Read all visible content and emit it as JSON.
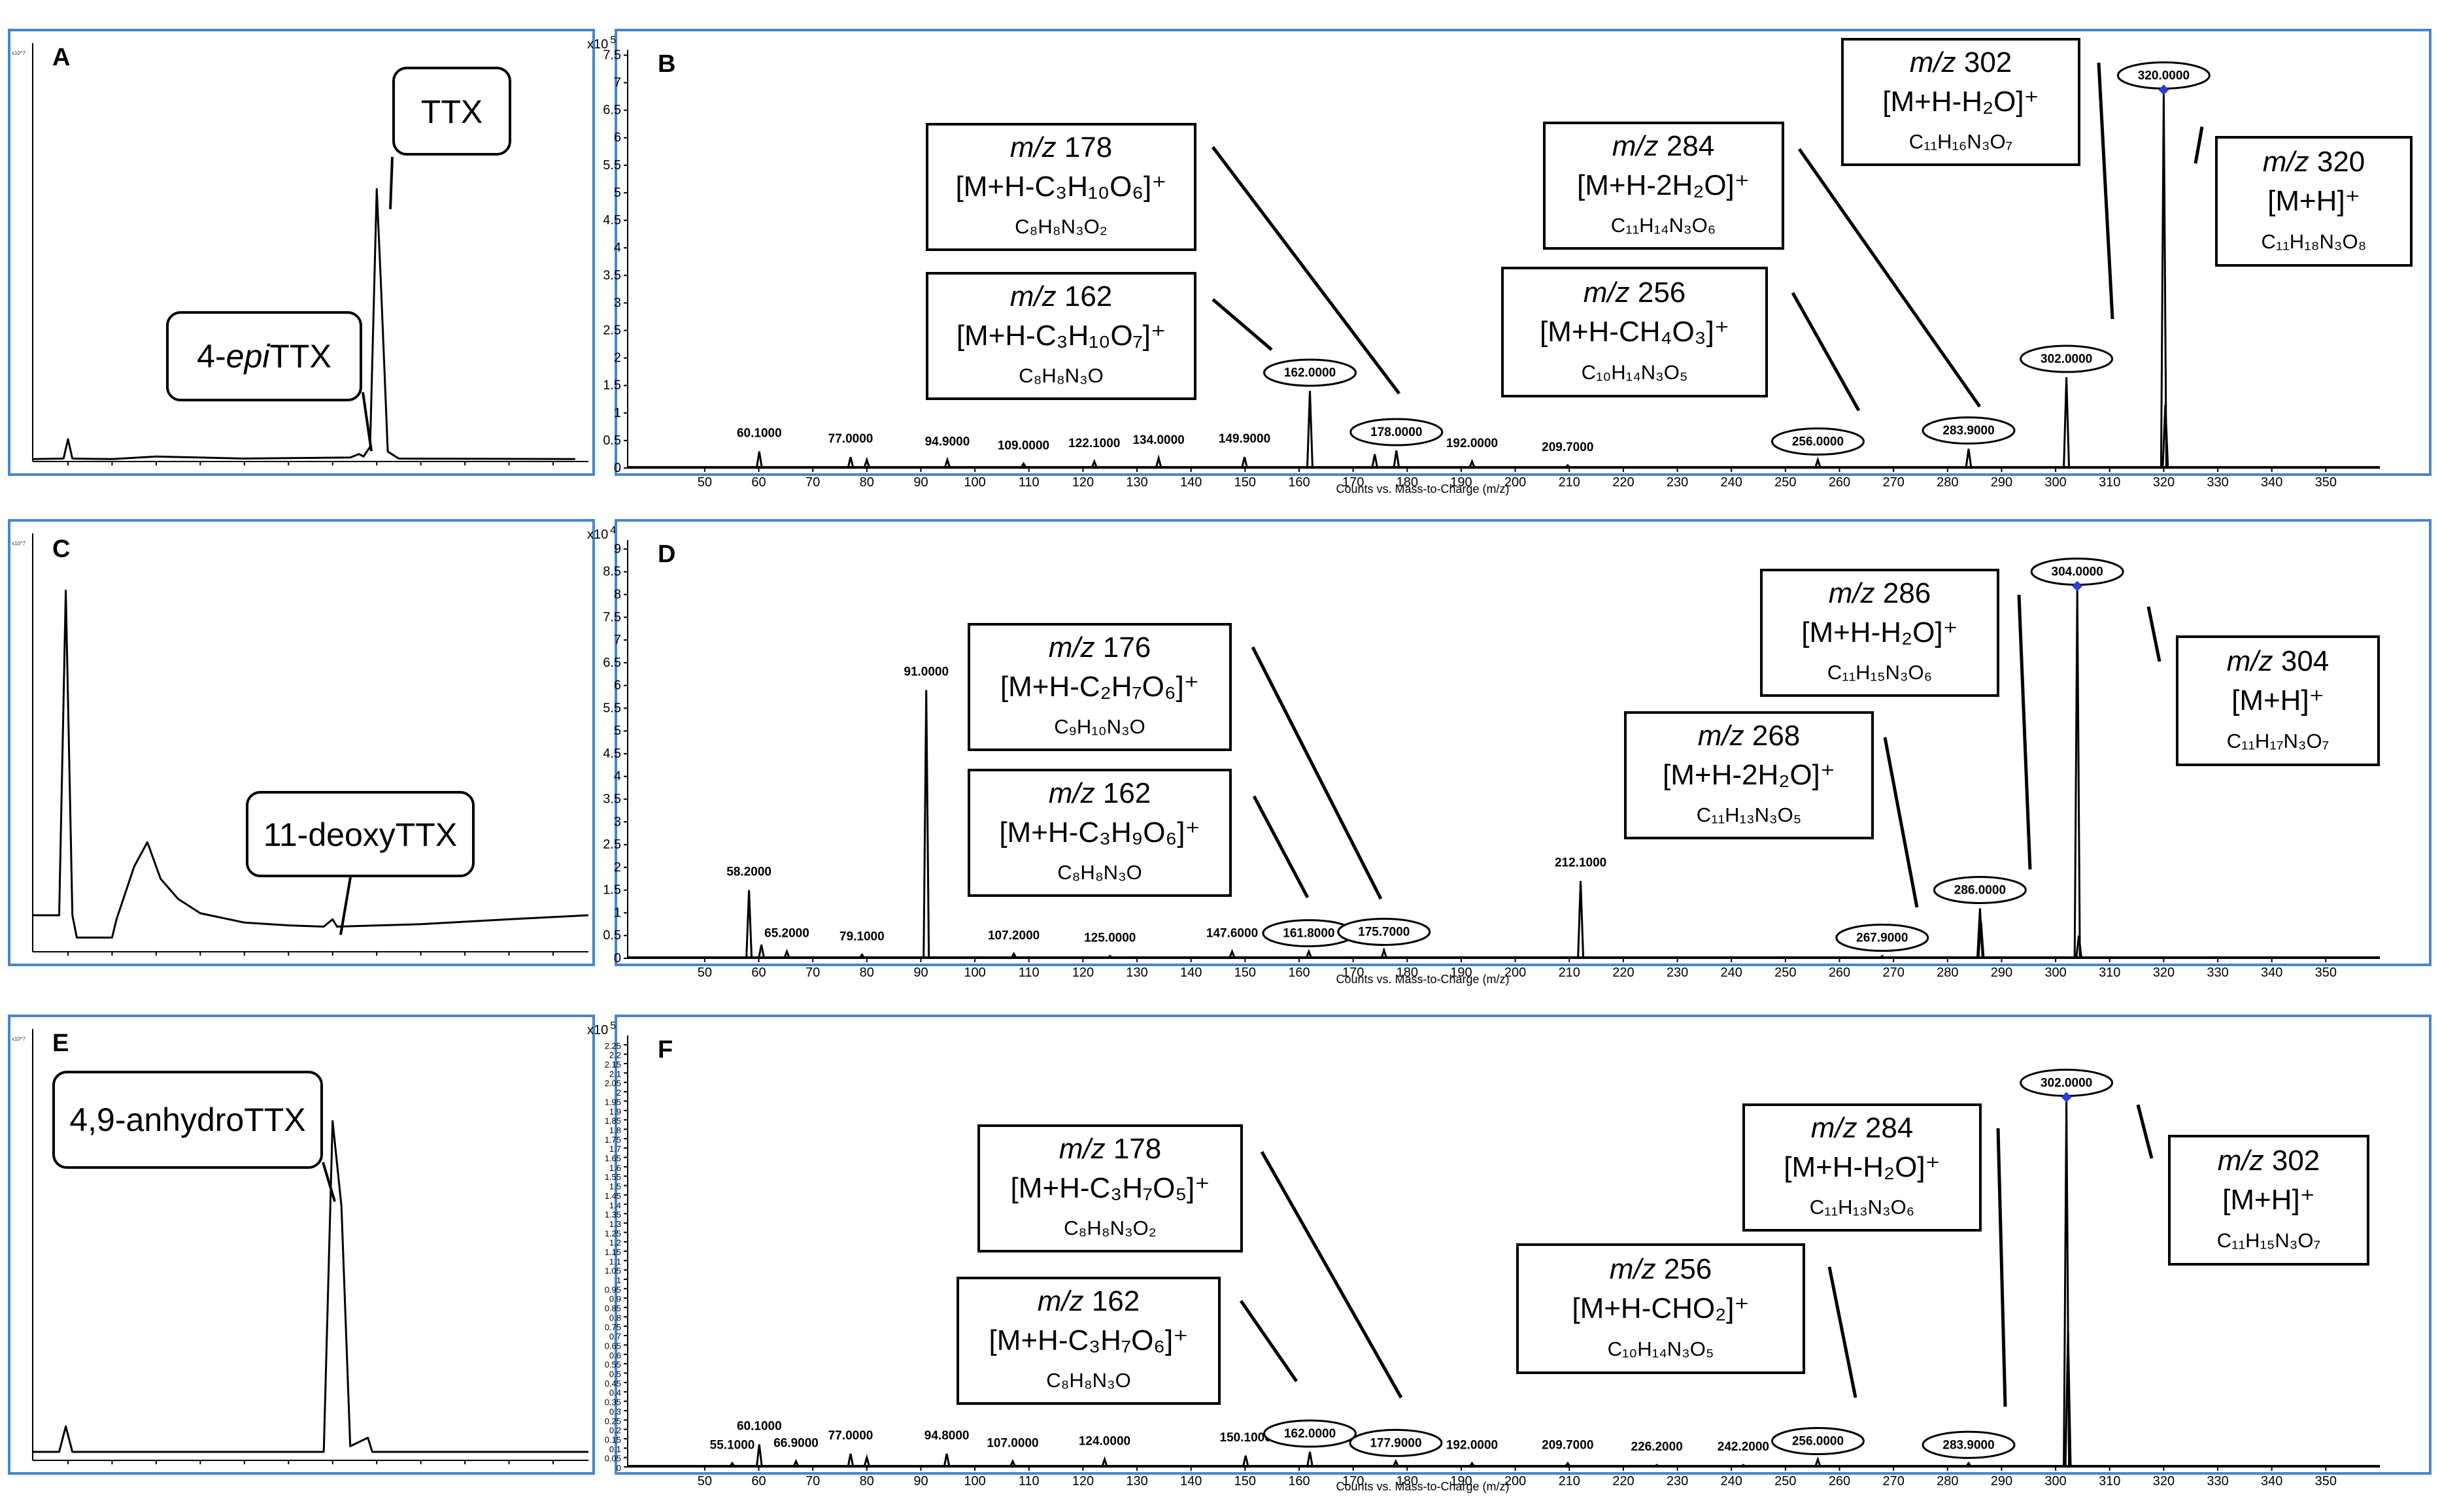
{
  "chart_data": [
    {
      "panel": "A",
      "type": "line",
      "compound_label": "TTX",
      "minor_label_parts": [
        "4-",
        "epi",
        "TTX"
      ],
      "multiplier": "x10^7",
      "chromatogram": [
        [
          0.2,
          0.05
        ],
        [
          0.9,
          0.06
        ],
        [
          1.0,
          0.45
        ],
        [
          1.1,
          0.06
        ],
        [
          2.0,
          0.05
        ],
        [
          3.0,
          0.1
        ],
        [
          4.0,
          0.08
        ],
        [
          5.0,
          0.06
        ],
        [
          7.4,
          0.08
        ],
        [
          7.6,
          0.15
        ],
        [
          7.7,
          0.1
        ],
        [
          7.85,
          0.3
        ],
        [
          8.0,
          5.5
        ],
        [
          8.1,
          3.5
        ],
        [
          8.25,
          0.2
        ],
        [
          8.5,
          0.06
        ],
        [
          12.5,
          0.05
        ]
      ],
      "x_range": [
        0.2,
        12.8
      ],
      "y_range": [
        0,
        7.6
      ]
    },
    {
      "panel": "B",
      "type": "bar",
      "multiplier_base": "x10",
      "multiplier_exp": "5",
      "x_title": "Counts vs. Mass-to-Charge (m/z)",
      "xlim": [
        43,
        360
      ],
      "xticks": [
        50,
        60,
        70,
        80,
        90,
        100,
        110,
        120,
        130,
        140,
        150,
        160,
        170,
        180,
        190,
        200,
        210,
        220,
        230,
        240,
        250,
        260,
        270,
        280,
        290,
        300,
        310,
        320,
        330,
        340,
        350
      ],
      "ylim": [
        0,
        7.6
      ],
      "yticks": [
        "0",
        "0.5",
        "1",
        "1.5",
        "2",
        "2.5",
        "3",
        "3.5",
        "4",
        "4.5",
        "5",
        "5.5",
        "6",
        "6.5",
        "7",
        "7.5"
      ],
      "peaks": [
        [
          60.1,
          0.3
        ],
        [
          77.0,
          0.2
        ],
        [
          80,
          0.15
        ],
        [
          94.9,
          0.15
        ],
        [
          109.0,
          0.08
        ],
        [
          122.1,
          0.12
        ],
        [
          134.0,
          0.18
        ],
        [
          149.9,
          0.2
        ],
        [
          162.0,
          1.4
        ],
        [
          174,
          0.25
        ],
        [
          178.0,
          0.32
        ],
        [
          192.0,
          0.12
        ],
        [
          209.7,
          0.05
        ],
        [
          256.0,
          0.15
        ],
        [
          283.9,
          0.35
        ],
        [
          302.0,
          1.65
        ],
        [
          320.0,
          6.8
        ],
        [
          320.3,
          1.15
        ]
      ],
      "peak_labels": [
        {
          "x": 60.1,
          "text": "60.1000"
        },
        {
          "x": 77.0,
          "text": "77.0000"
        },
        {
          "x": 94.9,
          "text": "94.9000"
        },
        {
          "x": 109.0,
          "text": "109.0000"
        },
        {
          "x": 122.1,
          "text": "122.1000"
        },
        {
          "x": 134.0,
          "text": "134.0000"
        },
        {
          "x": 149.9,
          "text": "149.9000"
        },
        {
          "x": 162.0,
          "text": "162.0000",
          "circled": true
        },
        {
          "x": 178.0,
          "text": "178.0000",
          "circled": true
        },
        {
          "x": 192.0,
          "text": "192.0000"
        },
        {
          "x": 209.7,
          "text": "209.7000"
        },
        {
          "x": 256.0,
          "text": "256.0000",
          "circled": true
        },
        {
          "x": 283.9,
          "text": "283.9000",
          "circled": true
        },
        {
          "x": 302.0,
          "text": "302.0000",
          "circled": true
        },
        {
          "x": 320.0,
          "text": "320.0000",
          "circled": true,
          "marker": true
        }
      ],
      "annotations": [
        {
          "mz": "178",
          "ion": "[M+H-C₃H₁₀O₆]⁺",
          "formula": "C₈H₈N₃O₂"
        },
        {
          "mz": "162",
          "ion": "[M+H-C₃H₁₀O₇]⁺",
          "formula": "C₈H₈N₃O"
        },
        {
          "mz": "284",
          "ion": "[M+H-2H₂O]⁺",
          "formula": "C₁₁H₁₄N₃O₆"
        },
        {
          "mz": "256",
          "ion": "[M+H-CH₄O₃]⁺",
          "formula": "C₁₀H₁₄N₃O₅"
        },
        {
          "mz": "302",
          "ion": "[M+H-H₂O]⁺",
          "formula": "C₁₁H₁₆N₃O₇"
        },
        {
          "mz": "320",
          "ion": "[M+H]⁺",
          "formula": "C₁₁H₁₈N₃O₈"
        }
      ]
    },
    {
      "panel": "C",
      "type": "line",
      "compound_label": "11-deoxyTTX",
      "multiplier": "x10^7",
      "chromatogram": [
        [
          0.2,
          0.5
        ],
        [
          0.8,
          0.5
        ],
        [
          0.95,
          8.5
        ],
        [
          1.1,
          0.5
        ],
        [
          1.2,
          -0.05
        ],
        [
          2.0,
          -0.05
        ],
        [
          2.1,
          0.4
        ],
        [
          2.5,
          1.7
        ],
        [
          2.8,
          2.3
        ],
        [
          3.1,
          1.4
        ],
        [
          3.5,
          0.9
        ],
        [
          4.0,
          0.55
        ],
        [
          5.0,
          0.32
        ],
        [
          6.0,
          0.25
        ],
        [
          6.8,
          0.22
        ],
        [
          7.0,
          0.4
        ],
        [
          7.1,
          0.22
        ],
        [
          9.0,
          0.28
        ],
        [
          11.0,
          0.4
        ],
        [
          12.8,
          0.5
        ]
      ],
      "x_range": [
        0.2,
        12.8
      ],
      "y_range": [
        -0.4,
        9.2
      ]
    },
    {
      "panel": "D",
      "type": "bar",
      "multiplier_base": "x10",
      "multiplier_exp": "4",
      "x_title": "Counts vs. Mass-to-Charge (m/z)",
      "xlim": [
        43,
        360
      ],
      "xticks": [
        50,
        60,
        70,
        80,
        90,
        100,
        110,
        120,
        130,
        140,
        150,
        160,
        170,
        180,
        190,
        200,
        210,
        220,
        230,
        240,
        250,
        260,
        270,
        280,
        290,
        300,
        310,
        320,
        330,
        340,
        350
      ],
      "ylim": [
        0,
        9.2
      ],
      "yticks": [
        "0",
        "0.5",
        "1",
        "1.5",
        "2",
        "2.5",
        "3",
        "3.5",
        "4",
        "4.5",
        "5",
        "5.5",
        "6",
        "6.5",
        "7",
        "7.5",
        "8",
        "8.5",
        "9"
      ],
      "peaks": [
        [
          58.2,
          1.5
        ],
        [
          60.5,
          0.3
        ],
        [
          65.2,
          0.15
        ],
        [
          79.1,
          0.08
        ],
        [
          91.0,
          5.9
        ],
        [
          107.2,
          0.1
        ],
        [
          125.0,
          0.05
        ],
        [
          147.6,
          0.15
        ],
        [
          161.8,
          0.15
        ],
        [
          175.7,
          0.18
        ],
        [
          212.1,
          1.7
        ],
        [
          267.9,
          0.05
        ],
        [
          286.0,
          1.1
        ],
        [
          286.2,
          0.8
        ],
        [
          304.0,
          8.1
        ],
        [
          304.3,
          0.5
        ]
      ],
      "peak_labels": [
        {
          "x": 58.2,
          "text": "58.2000"
        },
        {
          "x": 65.2,
          "text": "65.2000"
        },
        {
          "x": 79.1,
          "text": "79.1000"
        },
        {
          "x": 91.0,
          "text": "91.0000"
        },
        {
          "x": 107.2,
          "text": "107.2000"
        },
        {
          "x": 125.0,
          "text": "125.0000"
        },
        {
          "x": 147.6,
          "text": "147.6000"
        },
        {
          "x": 161.8,
          "text": "161.8000",
          "circled": true
        },
        {
          "x": 175.7,
          "text": "175.7000",
          "circled": true
        },
        {
          "x": 212.1,
          "text": "212.1000"
        },
        {
          "x": 267.9,
          "text": "267.9000",
          "circled": true
        },
        {
          "x": 286.0,
          "text": "286.0000",
          "circled": true
        },
        {
          "x": 304.0,
          "text": "304.0000",
          "circled": true,
          "marker": true
        }
      ],
      "annotations": [
        {
          "mz": "176",
          "ion": "[M+H-C₂H₇O₆]⁺",
          "formula": "C₉H₁₀N₃O"
        },
        {
          "mz": "162",
          "ion": "[M+H-C₃H₉O₆]⁺",
          "formula": "C₈H₈N₃O"
        },
        {
          "mz": "286",
          "ion": "[M+H-H₂O]⁺",
          "formula": "C₁₁H₁₅N₃O₆"
        },
        {
          "mz": "268",
          "ion": "[M+H-2H₂O]⁺",
          "formula": "C₁₁H₁₃N₃O₅"
        },
        {
          "mz": "304",
          "ion": "[M+H]⁺",
          "formula": "C₁₁H₁₇N₃O₇"
        }
      ]
    },
    {
      "panel": "E",
      "type": "line",
      "compound_label": "4,9-anhydroTTX",
      "multiplier": "x10^7",
      "chromatogram": [
        [
          0.2,
          0.03
        ],
        [
          0.8,
          0.03
        ],
        [
          0.95,
          0.12
        ],
        [
          1.1,
          0.03
        ],
        [
          6.8,
          0.03
        ],
        [
          7.0,
          1.2
        ],
        [
          7.2,
          0.9
        ],
        [
          7.4,
          0.05
        ],
        [
          7.8,
          0.08
        ],
        [
          7.9,
          0.03
        ],
        [
          12.8,
          0.03
        ]
      ],
      "x_range": [
        0.2,
        12.8
      ],
      "y_range": [
        0,
        1.35
      ]
    },
    {
      "panel": "F",
      "type": "bar",
      "multiplier_base": "x10",
      "multiplier_exp": "5",
      "x_title": "Counts vs. Mass-to-Charge (m/z)",
      "xlim": [
        43,
        360
      ],
      "xticks": [
        50,
        60,
        70,
        80,
        90,
        100,
        110,
        120,
        130,
        140,
        150,
        160,
        170,
        180,
        190,
        200,
        210,
        220,
        230,
        240,
        250,
        260,
        270,
        280,
        290,
        300,
        310,
        320,
        330,
        340,
        350
      ],
      "ylim": [
        0,
        2.3
      ],
      "yticks": [
        "0",
        "0.05",
        "0.1",
        "0.15",
        "0.2",
        "0.25",
        "0.3",
        "0.35",
        "0.4",
        "0.45",
        "0.5",
        "0.55",
        "0.6",
        "0.65",
        "0.7",
        "0.75",
        "0.8",
        "0.85",
        "0.9",
        "0.95",
        "1",
        "1.05",
        "1.1",
        "1.15",
        "1.2",
        "1.25",
        "1.3",
        "1.35",
        "1.4",
        "1.45",
        "1.5",
        "1.55",
        "1.6",
        "1.65",
        "1.7",
        "1.75",
        "1.8",
        "1.85",
        "1.9",
        "1.95",
        "2",
        "2.05",
        "2.1",
        "2.15",
        "2.2",
        "2.25"
      ],
      "peaks": [
        [
          55.1,
          0.02
        ],
        [
          60.1,
          0.12
        ],
        [
          66.9,
          0.03
        ],
        [
          77.0,
          0.07
        ],
        [
          80,
          0.05
        ],
        [
          94.8,
          0.07
        ],
        [
          107.0,
          0.03
        ],
        [
          124.0,
          0.04
        ],
        [
          150.1,
          0.06
        ],
        [
          162.0,
          0.08
        ],
        [
          177.9,
          0.03
        ],
        [
          192.0,
          0.02
        ],
        [
          209.7,
          0.02
        ],
        [
          226.2,
          0.01
        ],
        [
          242.2,
          0.01
        ],
        [
          256.0,
          0.04
        ],
        [
          283.9,
          0.02
        ],
        [
          302.0,
          1.95
        ],
        [
          302.3,
          0.72
        ]
      ],
      "peak_labels": [
        {
          "x": 55.1,
          "text": "55.1000"
        },
        {
          "x": 60.1,
          "text": "60.1000"
        },
        {
          "x": 66.9,
          "text": "66.9000"
        },
        {
          "x": 77.0,
          "text": "77.0000"
        },
        {
          "x": 94.8,
          "text": "94.8000"
        },
        {
          "x": 107.0,
          "text": "107.0000"
        },
        {
          "x": 124.0,
          "text": "124.0000"
        },
        {
          "x": 150.1,
          "text": "150.1000"
        },
        {
          "x": 162.0,
          "text": "162.0000",
          "circled": true
        },
        {
          "x": 177.9,
          "text": "177.9000",
          "circled": true
        },
        {
          "x": 192.0,
          "text": "192.0000"
        },
        {
          "x": 209.7,
          "text": "209.7000"
        },
        {
          "x": 226.2,
          "text": "226.2000"
        },
        {
          "x": 242.2,
          "text": "242.2000"
        },
        {
          "x": 256.0,
          "text": "256.0000",
          "circled": true
        },
        {
          "x": 283.9,
          "text": "283.9000",
          "circled": true
        },
        {
          "x": 302.0,
          "text": "302.0000",
          "circled": true,
          "marker": true
        }
      ],
      "annotations": [
        {
          "mz": "178",
          "ion": "[M+H-C₃H₇O₅]⁺",
          "formula": "C₈H₈N₃O₂"
        },
        {
          "mz": "162",
          "ion": "[M+H-C₃H₇O₆]⁺",
          "formula": "C₈H₈N₃O"
        },
        {
          "mz": "284",
          "ion": "[M+H-H₂O]⁺",
          "formula": "C₁₁H₁₃N₃O₆"
        },
        {
          "mz": "256",
          "ion": "[M+H-CHO₂]⁺",
          "formula": "C₁₀H₁₄N₃O₅"
        },
        {
          "mz": "302",
          "ion": "[M+H]⁺",
          "formula": "C₁₁H₁₅N₃O₇"
        }
      ]
    }
  ]
}
